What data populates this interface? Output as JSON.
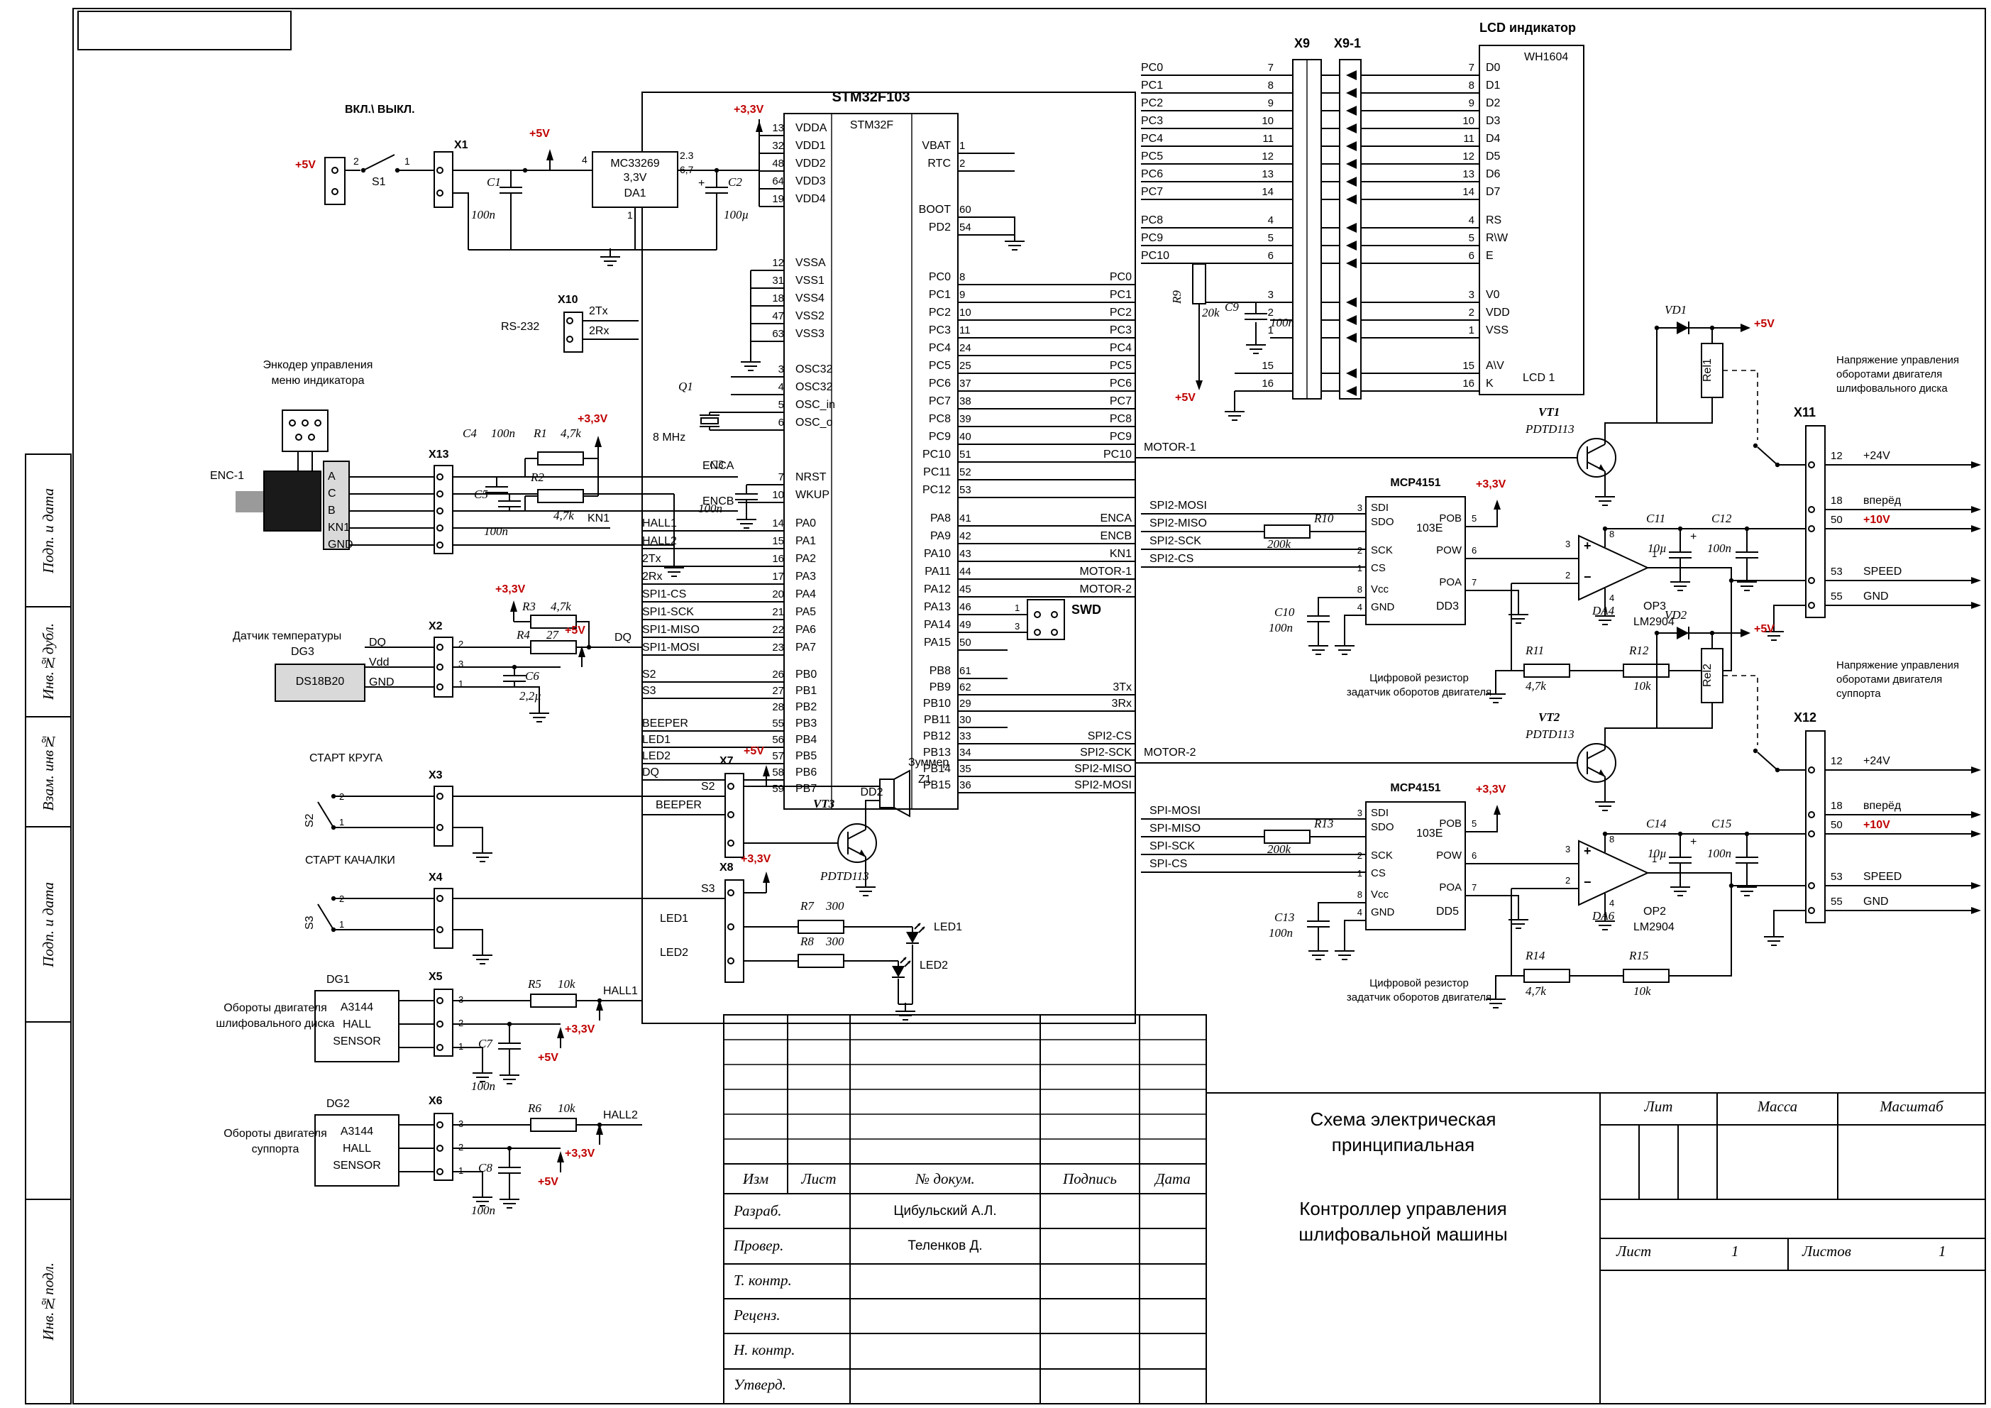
{
  "frame": {
    "side": [
      "Подп. и дата",
      "Инв.№дубл.",
      "Взам. инв№",
      "Подп. и дата",
      "Инв.№подл."
    ]
  },
  "power": {
    "v5_src": "+5V",
    "sw_label": "ВКЛ.\\ ВЫКЛ.",
    "s1": "S1",
    "n2": "2",
    "n1": "1",
    "x1": "X1",
    "c1": "C1",
    "c1v": "100n",
    "v5": "+5V",
    "reg1": "MC33269",
    "reg2": "3,3V",
    "reg3": "DA1",
    "p4": "4",
    "p23": "2.3",
    "p67": "6,7",
    "p1": "1",
    "plus": "+",
    "c2": "C2",
    "c2v": "100µ",
    "v33": "+3,3V"
  },
  "mcu": {
    "title": "STM32F103",
    "top": "STM32F",
    "bottom": "DD2",
    "vdd": [
      {
        "n": "13",
        "p": "VDDA",
        "s": ""
      },
      {
        "n": "32",
        "p": "VDD1",
        "s": ""
      },
      {
        "n": "48",
        "p": "VDD2",
        "s": ""
      },
      {
        "n": "64",
        "p": "VDD3",
        "s": ""
      },
      {
        "n": "19",
        "p": "VDD4",
        "s": ""
      }
    ],
    "vss": [
      {
        "n": "12",
        "p": "VSSA",
        "s": ""
      },
      {
        "n": "31",
        "p": "VSS1",
        "s": ""
      },
      {
        "n": "18",
        "p": "VSS4",
        "s": ""
      },
      {
        "n": "47",
        "p": "VSS2",
        "s": ""
      },
      {
        "n": "63",
        "p": "VSS3",
        "s": ""
      }
    ],
    "osc": [
      {
        "n": "3",
        "p": "OSC32",
        "s": ""
      },
      {
        "n": "4",
        "p": "OSC32",
        "s": ""
      },
      {
        "n": "5",
        "p": "OSC_in",
        "s": ""
      },
      {
        "n": "6",
        "p": "OSC_o",
        "s": ""
      }
    ],
    "rst": [
      {
        "n": "7",
        "p": "NRST",
        "s": ""
      },
      {
        "n": "10",
        "p": "WKUP",
        "s": ""
      }
    ],
    "pa_l": [
      {
        "n": "14",
        "p": "PA0",
        "s": "HALL1"
      },
      {
        "n": "15",
        "p": "PA1",
        "s": "HALL2"
      },
      {
        "n": "16",
        "p": "PA2",
        "s": "2Tx"
      },
      {
        "n": "17",
        "p": "PA3",
        "s": "2Rx"
      },
      {
        "n": "20",
        "p": "PA4",
        "s": "SPI1-CS"
      },
      {
        "n": "21",
        "p": "PA5",
        "s": "SPI1-SCK"
      },
      {
        "n": "22",
        "p": "PA6",
        "s": "SPI1-MISO"
      },
      {
        "n": "23",
        "p": "PA7",
        "s": "SPI1-MOSI"
      }
    ],
    "pb_l": [
      {
        "n": "26",
        "p": "PB0",
        "s": "S2"
      },
      {
        "n": "27",
        "p": "PB1",
        "s": "S3"
      },
      {
        "n": "28",
        "p": "PB2",
        "s": ""
      },
      {
        "n": "55",
        "p": "PB3",
        "s": "BEEPER"
      },
      {
        "n": "56",
        "p": "PB4",
        "s": "LED1"
      },
      {
        "n": "57",
        "p": "PB5",
        "s": "LED2"
      },
      {
        "n": "58",
        "p": "PB6",
        "s": "DQ"
      },
      {
        "n": "59",
        "p": "PB7",
        "s": ""
      }
    ],
    "vbat": [
      {
        "p": "VBAT",
        "n": "1",
        "s": ""
      },
      {
        "p": "RTC",
        "n": "2",
        "s": ""
      }
    ],
    "boot": [
      {
        "p": "BOOT",
        "n": "60",
        "s": ""
      },
      {
        "p": "PD2",
        "n": "54",
        "s": ""
      }
    ],
    "pc": [
      {
        "p": "PC0",
        "n": "8",
        "s": "PC0"
      },
      {
        "p": "PC1",
        "n": "9",
        "s": "PC1"
      },
      {
        "p": "PC2",
        "n": "10",
        "s": "PC2"
      },
      {
        "p": "PC3",
        "n": "11",
        "s": "PC3"
      },
      {
        "p": "PC4",
        "n": "24",
        "s": "PC4"
      },
      {
        "p": "PC5",
        "n": "25",
        "s": "PC5"
      },
      {
        "p": "PC6",
        "n": "37",
        "s": "PC6"
      },
      {
        "p": "PC7",
        "n": "38",
        "s": "PC7"
      },
      {
        "p": "PC8",
        "n": "39",
        "s": "PC8"
      },
      {
        "p": "PC9",
        "n": "40",
        "s": "PC9"
      },
      {
        "p": "PC10",
        "n": "51",
        "s": "PC10"
      },
      {
        "p": "PC11",
        "n": "52",
        "s": ""
      },
      {
        "p": "PC12",
        "n": "53",
        "s": ""
      }
    ],
    "pa_r": [
      {
        "p": "PA8",
        "n": "41",
        "s": "ENCA"
      },
      {
        "p": "PA9",
        "n": "42",
        "s": "ENCB"
      },
      {
        "p": "PA10",
        "n": "43",
        "s": "KN1"
      },
      {
        "p": "PA11",
        "n": "44",
        "s": "MOTOR-1"
      },
      {
        "p": "PA12",
        "n": "45",
        "s": "MOTOR-2"
      },
      {
        "p": "PA13",
        "n": "46",
        "s": ""
      },
      {
        "p": "PA14",
        "n": "49",
        "s": ""
      },
      {
        "p": "PA15",
        "n": "50",
        "s": ""
      }
    ],
    "pb_r": [
      {
        "p": "PB8",
        "n": "61",
        "s": ""
      },
      {
        "p": "PB9",
        "n": "62",
        "s": "3Tx"
      },
      {
        "p": "PB10",
        "n": "29",
        "s": "3Rx"
      },
      {
        "p": "PB11",
        "n": "30",
        "s": ""
      },
      {
        "p": "PB12",
        "n": "33",
        "s": "SPI2-CS"
      },
      {
        "p": "PB13",
        "n": "34",
        "s": "SPI2-SCK"
      },
      {
        "p": "PB14",
        "n": "35",
        "s": "SPI2-MISO"
      },
      {
        "p": "PB15",
        "n": "36",
        "s": "SPI2-MOSI"
      }
    ]
  },
  "enc": {
    "t1": "Энкодер управления",
    "t2": "меню индикатора",
    "des": "ENC-1",
    "pins": [
      "A",
      "C",
      "B",
      "KN1",
      "GND"
    ],
    "x13": "X13",
    "c4": "C4",
    "c4v": "100n",
    "r1": "R1",
    "r1v": "4,7k",
    "v33": "+3,3V",
    "r2": "R2",
    "c5": "C5",
    "c5v": "100n",
    "r2v": "4,7k",
    "kn1": "KN1",
    "enca": "ENCA",
    "encb": "ENCB"
  },
  "rs232": {
    "x10": "X10",
    "label": "RS-232",
    "tx": "2Tx",
    "rx": "2Rx"
  },
  "xtal": {
    "q1": "Q1",
    "freq": "8 MHz"
  },
  "c3": {
    "ref": "C3",
    "val": "100n"
  },
  "temp": {
    "title": "Датчик температуры",
    "des": "DG3",
    "part": "DS18B20",
    "pins": [
      "DQ",
      "Vdd",
      "GND"
    ],
    "nums": [
      "2",
      "3",
      "1"
    ],
    "x2": "X2",
    "r3": "R3",
    "r3v": "4,7k",
    "v33": "+3,3V",
    "r4": "R4",
    "r4v": "27",
    "dq": "DQ",
    "v5": "+5V",
    "c6": "C6",
    "c6v": "2,2µ"
  },
  "st1": {
    "title": "СТАРТ КРУГА",
    "sw": "S2",
    "n2": "2",
    "n1": "1",
    "x": "X3",
    "net": "S2"
  },
  "st2": {
    "title": "СТАРТ КАЧАЛКИ",
    "sw": "S3",
    "n2": "2",
    "n1": "1",
    "x": "X4",
    "net": "S3"
  },
  "h1": {
    "t1": "Обороты двигателя",
    "t2": "шлифовального диска",
    "des": "DG1",
    "part": [
      "A3144",
      "HALL",
      "SENSOR"
    ],
    "nums": [
      "3",
      "2",
      "1"
    ],
    "x": "X5",
    "r": "R5",
    "rv": "10k",
    "net": "HALL1",
    "v33": "+3,3V",
    "c": "C7",
    "cv": "100n",
    "v5": "+5V"
  },
  "h2": {
    "t1": "Обороты двигателя",
    "t2": "суппорта",
    "des": "DG2",
    "part": [
      "A3144",
      "HALL",
      "SENSOR"
    ],
    "nums": [
      "3",
      "2",
      "1"
    ],
    "x": "X6",
    "r": "R6",
    "rv": "10k",
    "net": "HALL2",
    "v33": "+3,3V",
    "c": "C8",
    "cv": "100n",
    "v5": "+5V"
  },
  "bz": {
    "x7": "X7",
    "v5": "+5V",
    "net": "BEEPER",
    "vt": "VT3",
    "part": "PDTD113",
    "sp": "Зуммер",
    "z": "Z1"
  },
  "led": {
    "x8": "X8",
    "v33": "+3,3V",
    "net1": "LED1",
    "net2": "LED2",
    "r7": "R7",
    "r7v": "300",
    "r8": "R8",
    "r8v": "300",
    "l1": "LED1",
    "l2": "LED2"
  },
  "swd": {
    "label": "SWD",
    "n1": "1",
    "n3": "3"
  },
  "lcd": {
    "x9": "X9",
    "x91": "X9-1",
    "title": "LCD индикатор",
    "part": "WH1604",
    "des": "LCD 1",
    "r9": "R9",
    "r9v": "20k",
    "c9": "C9",
    "c9v": "100n",
    "v5": "+5V",
    "rows": [
      {
        "net": "PC0",
        "n": "7",
        "p": "D0"
      },
      {
        "net": "PC1",
        "n": "8",
        "p": "D1"
      },
      {
        "net": "PC2",
        "n": "9",
        "p": "D2"
      },
      {
        "net": "PC3",
        "n": "10",
        "p": "D3"
      },
      {
        "net": "PC4",
        "n": "11",
        "p": "D4"
      },
      {
        "net": "PC5",
        "n": "12",
        "p": "D5"
      },
      {
        "net": "PC6",
        "n": "13",
        "p": "D6"
      },
      {
        "net": "PC7",
        "n": "14",
        "p": "D7"
      },
      {
        "net": "PC8",
        "n": "4",
        "p": "RS"
      },
      {
        "net": "PC9",
        "n": "5",
        "p": "R\\W"
      },
      {
        "net": "PC10",
        "n": "6",
        "p": "E"
      },
      {
        "net": "",
        "n": "3",
        "p": "V0"
      },
      {
        "net": "",
        "n": "2",
        "p": "VDD"
      },
      {
        "net": "",
        "n": "1",
        "p": "VSS"
      },
      {
        "net": "",
        "n": "15",
        "p": "A\\V"
      },
      {
        "net": "",
        "n": "16",
        "p": "K"
      }
    ]
  },
  "m1": {
    "net": "MOTOR-1",
    "vt": "VT1",
    "part": "PDTD113",
    "vd": "VD1",
    "rel": "Rel1",
    "v5": "+5V",
    "x": "X11",
    "note": [
      "Напряжение управления",
      "оборотами двигателя",
      "шлифовального диска"
    ],
    "pins": [
      {
        "n": "12",
        "t": "+24V"
      },
      {
        "n": "18",
        "t": "вперёд"
      },
      {
        "n": "50",
        "t": "+10V",
        "red": true
      },
      {
        "n": "53",
        "t": "SPEED"
      },
      {
        "n": "55",
        "t": "GND"
      }
    ]
  },
  "m2": {
    "net": "MOTOR-2",
    "vt": "VT2",
    "part": "PDTD113",
    "vd": "VD2",
    "rel": "Rel2",
    "v5": "+5V",
    "x": "X12",
    "note": [
      "Напряжение управления",
      "оборотами двигателя",
      "суппорта"
    ],
    "pins": [
      {
        "n": "12",
        "t": "+24V"
      },
      {
        "n": "18",
        "t": "вперёд"
      },
      {
        "n": "50",
        "t": "+10V",
        "red": true
      },
      {
        "n": "53",
        "t": "SPEED"
      },
      {
        "n": "55",
        "t": "GND"
      }
    ]
  },
  "p1": {
    "part": "MCP4151",
    "code": "103E",
    "des": "DD3",
    "v33": "+3,3V",
    "r": "R10",
    "rv": "200k",
    "c": "C10",
    "cv": "100n",
    "sig": [
      "SPI2-MOSI",
      "SPI2-MISO",
      "SPI2-SCK",
      "SPI2-CS"
    ],
    "lp": [
      {
        "n": "3",
        "p": "SDI"
      },
      {
        "n": "",
        "p": "SDO"
      },
      {
        "n": "2",
        "p": "SCK"
      },
      {
        "n": "1",
        "p": "CS"
      },
      {
        "n": "8",
        "p": "Vcc"
      },
      {
        "n": "4",
        "p": "GND"
      }
    ],
    "rp": [
      {
        "p": "POB",
        "n": "5"
      },
      {
        "p": "POW",
        "n": "6"
      },
      {
        "p": "POA",
        "n": "7"
      }
    ],
    "note1": "Цифровой резистор",
    "note2": "задатчик оборотов двигателя",
    "op": "OP3",
    "opp": "LM2904",
    "opdes": "DA4",
    "plus": "+",
    "minus": "−",
    "pn8": "8",
    "pn4": "4",
    "pn1": "1",
    "pn2": "2",
    "pn3": "3",
    "ra": "R11",
    "rav": "4,7k",
    "rb": "R12",
    "rbv": "10k",
    "ca": "C11",
    "cav": "10µ",
    "cplus": "+",
    "cb": "C12",
    "cbv": "100n"
  },
  "p2": {
    "part": "MCP4151",
    "code": "103E",
    "des": "DD5",
    "v33": "+3,3V",
    "r": "R13",
    "rv": "200k",
    "c": "C13",
    "cv": "100n",
    "sig": [
      "SPI-MOSI",
      "SPI-MISO",
      "SPI-SCK",
      "SPI-CS"
    ],
    "lp": [
      {
        "n": "3",
        "p": "SDI"
      },
      {
        "n": "",
        "p": "SDO"
      },
      {
        "n": "2",
        "p": "SCK"
      },
      {
        "n": "1",
        "p": "CS"
      },
      {
        "n": "8",
        "p": "Vcc"
      },
      {
        "n": "4",
        "p": "GND"
      }
    ],
    "rp": [
      {
        "p": "POB",
        "n": "5"
      },
      {
        "p": "POW",
        "n": "6"
      },
      {
        "p": "POA",
        "n": "7"
      }
    ],
    "note1": "Цифровой резистор",
    "note2": "задатчик оборотов двигателя",
    "op": "OP2",
    "opp": "LM2904",
    "opdes": "DA6",
    "plus": "+",
    "minus": "−",
    "pn8": "8",
    "pn4": "4",
    "pn1": "1",
    "pn2": "2",
    "pn3": "3",
    "ra": "R14",
    "rav": "4,7k",
    "rb": "R15",
    "rbv": "10k",
    "ca": "C14",
    "cav": "10µ",
    "cplus": "+",
    "cb": "C15",
    "cbv": "100n"
  },
  "tb": {
    "header": [
      "Изм",
      "Лист",
      "№ докум.",
      "Подпись",
      "Дата"
    ],
    "rows": [
      {
        "r": "Разраб.",
        "n": "Цибульский А.Л."
      },
      {
        "r": "Провер.",
        "n": "Теленков Д."
      },
      {
        "r": "Т. контр.",
        "n": ""
      },
      {
        "r": "Реценз.",
        "n": ""
      },
      {
        "r": "Н. контр.",
        "n": ""
      },
      {
        "r": "Утверд.",
        "n": ""
      }
    ],
    "t1": "Схема электрическая",
    "t2": "принципиальная",
    "s1": "Контроллер управления",
    "s2": "шлифовальной машины",
    "lit": "Лит",
    "mass": "Масса",
    "scale": "Масштаб",
    "sheet": "Лист",
    "sheet_v": "1",
    "sheets": "Листов",
    "sheets_v": "1"
  }
}
